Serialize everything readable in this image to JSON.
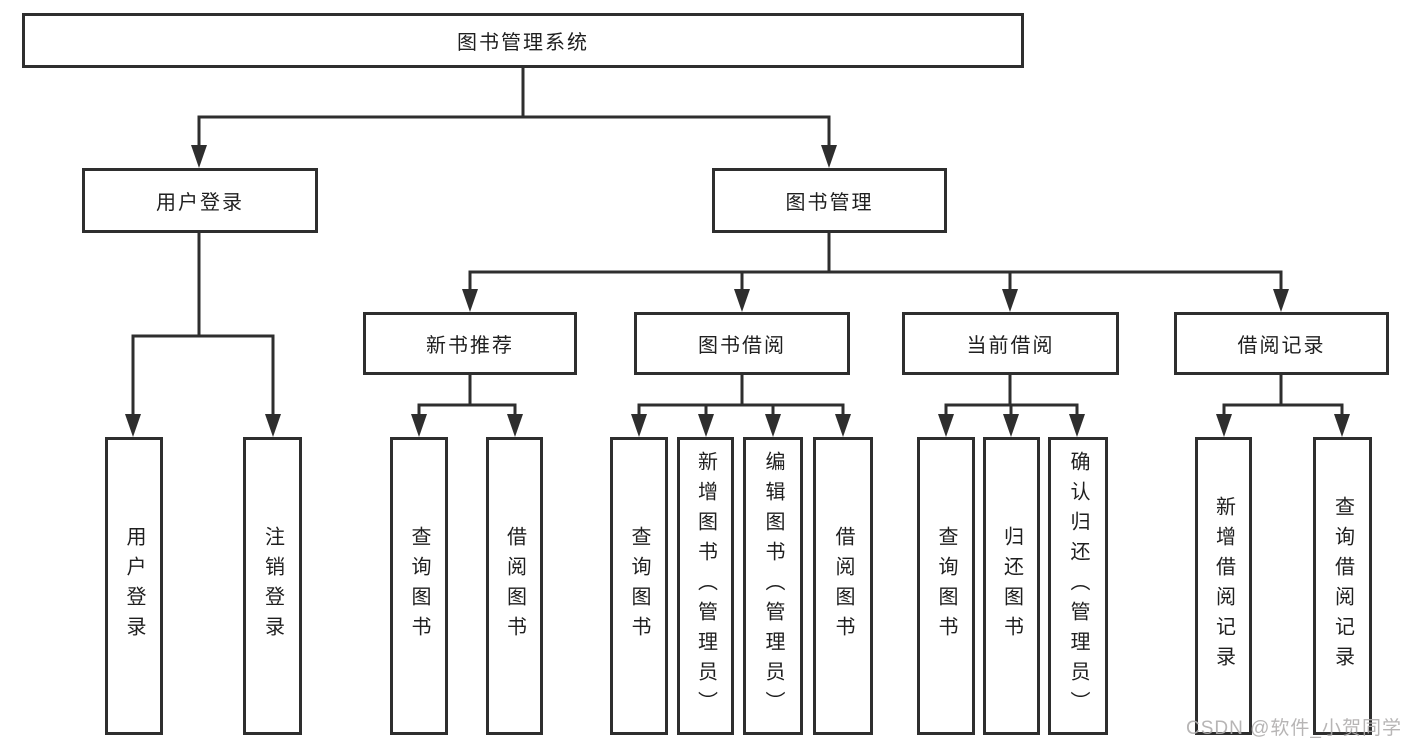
{
  "tree": {
    "root": {
      "label": "图书管理系统"
    },
    "level2": [
      {
        "label": "用户登录",
        "children": [
          {
            "label": "用户登录"
          },
          {
            "label": "注销登录"
          }
        ]
      },
      {
        "label": "图书管理",
        "children": [
          {
            "label": "新书推荐",
            "children": [
              {
                "label": "查询图书"
              },
              {
                "label": "借阅图书"
              }
            ]
          },
          {
            "label": "图书借阅",
            "children": [
              {
                "label": "查询图书"
              },
              {
                "label": "新增图书（管理员）"
              },
              {
                "label": "编辑图书（管理员）"
              },
              {
                "label": "借阅图书"
              }
            ]
          },
          {
            "label": "当前借阅",
            "children": [
              {
                "label": "查询图书"
              },
              {
                "label": "归还图书"
              },
              {
                "label": "确认归还（管理员）"
              }
            ]
          },
          {
            "label": "借阅记录",
            "children": [
              {
                "label": "新增借阅记录"
              },
              {
                "label": "查询借阅记录"
              }
            ]
          }
        ]
      }
    ]
  },
  "watermark": {
    "text": "CSDN @软件_小贺同学"
  },
  "colors": {
    "line": "#2e2e2e",
    "text": "#1f1f1f",
    "background": "#ffffff",
    "watermark": "#b0aeae"
  }
}
